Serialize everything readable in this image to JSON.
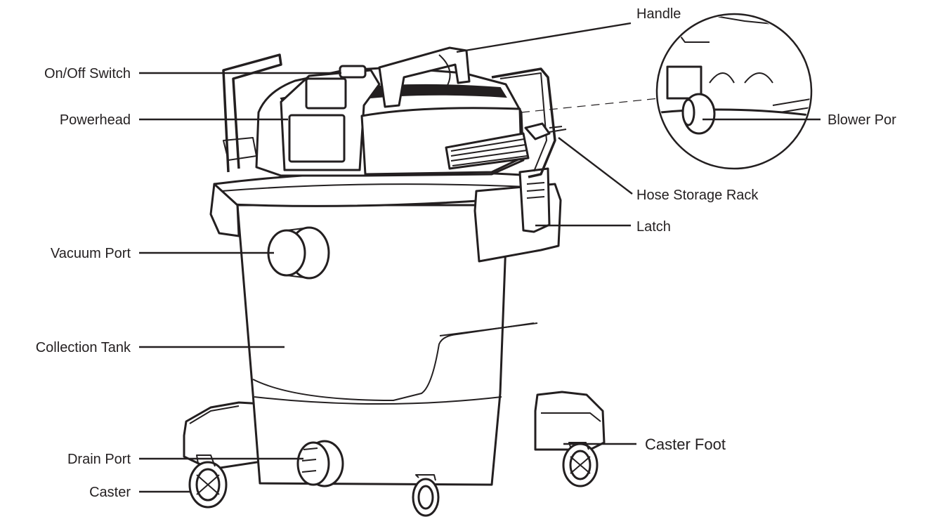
{
  "diagram": {
    "labels": {
      "handle": "Handle",
      "on_off_switch": "On/Off Switch",
      "powerhead": "Powerhead",
      "blower_port": "Blower Por",
      "hose_storage_rack": "Hose Storage Rack",
      "latch": "Latch",
      "vacuum_port": "Vacuum Port",
      "collection_tank": "Collection Tank",
      "caster_foot": "Caster Foot",
      "drain_port": "Drain Port",
      "caster": "Caster"
    },
    "colors": {
      "line": "#231f20",
      "fill": "#ffffff",
      "shade": "#c9c9c9"
    }
  }
}
